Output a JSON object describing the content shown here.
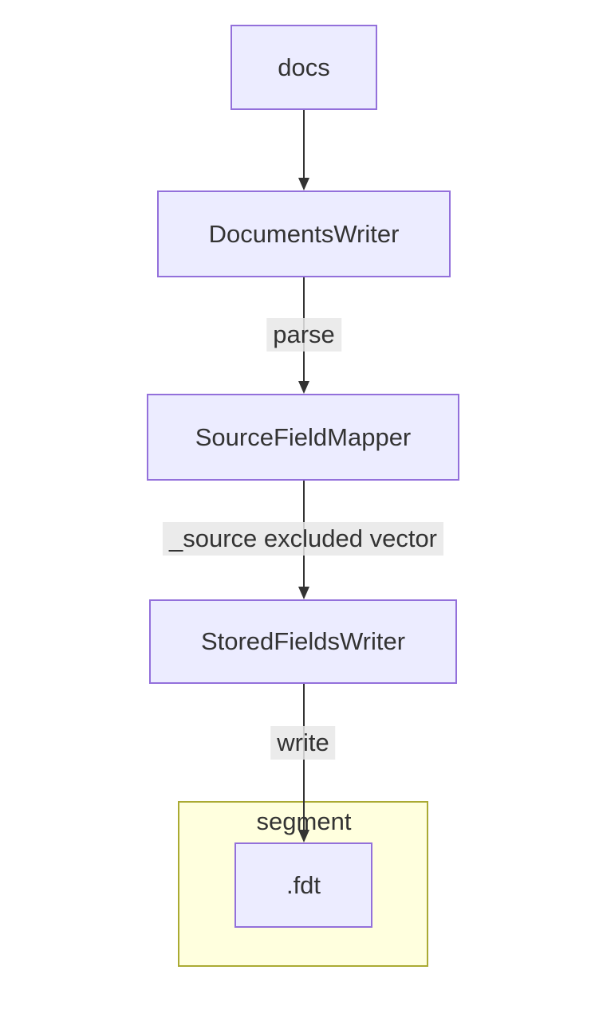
{
  "diagram": {
    "type": "flowchart",
    "direction": "top-down",
    "nodes": [
      {
        "id": "docs",
        "label": "docs"
      },
      {
        "id": "documentswriter",
        "label": "DocumentsWriter"
      },
      {
        "id": "sourcefieldmapper",
        "label": "SourceFieldMapper"
      },
      {
        "id": "storedfieldswriter",
        "label": "StoredFieldsWriter"
      },
      {
        "id": "fdt",
        "label": ".fdt"
      }
    ],
    "edges": [
      {
        "from": "docs",
        "to": "documentswriter",
        "label": ""
      },
      {
        "from": "documentswriter",
        "to": "sourcefieldmapper",
        "label": "parse"
      },
      {
        "from": "sourcefieldmapper",
        "to": "storedfieldswriter",
        "label": "_source excluded vector"
      },
      {
        "from": "storedfieldswriter",
        "to": "fdt",
        "label": "write"
      }
    ],
    "cluster": {
      "label": "segment",
      "contains": [
        "fdt"
      ]
    },
    "colors": {
      "node_fill": "#ECECFF",
      "node_border": "#9370DB",
      "cluster_fill": "#FFFFDE",
      "cluster_border": "#AAAA33",
      "edge": "#333333",
      "edge_label_bg": "#E8E8E8",
      "text": "#333333",
      "background": "#FFFFFF"
    }
  }
}
